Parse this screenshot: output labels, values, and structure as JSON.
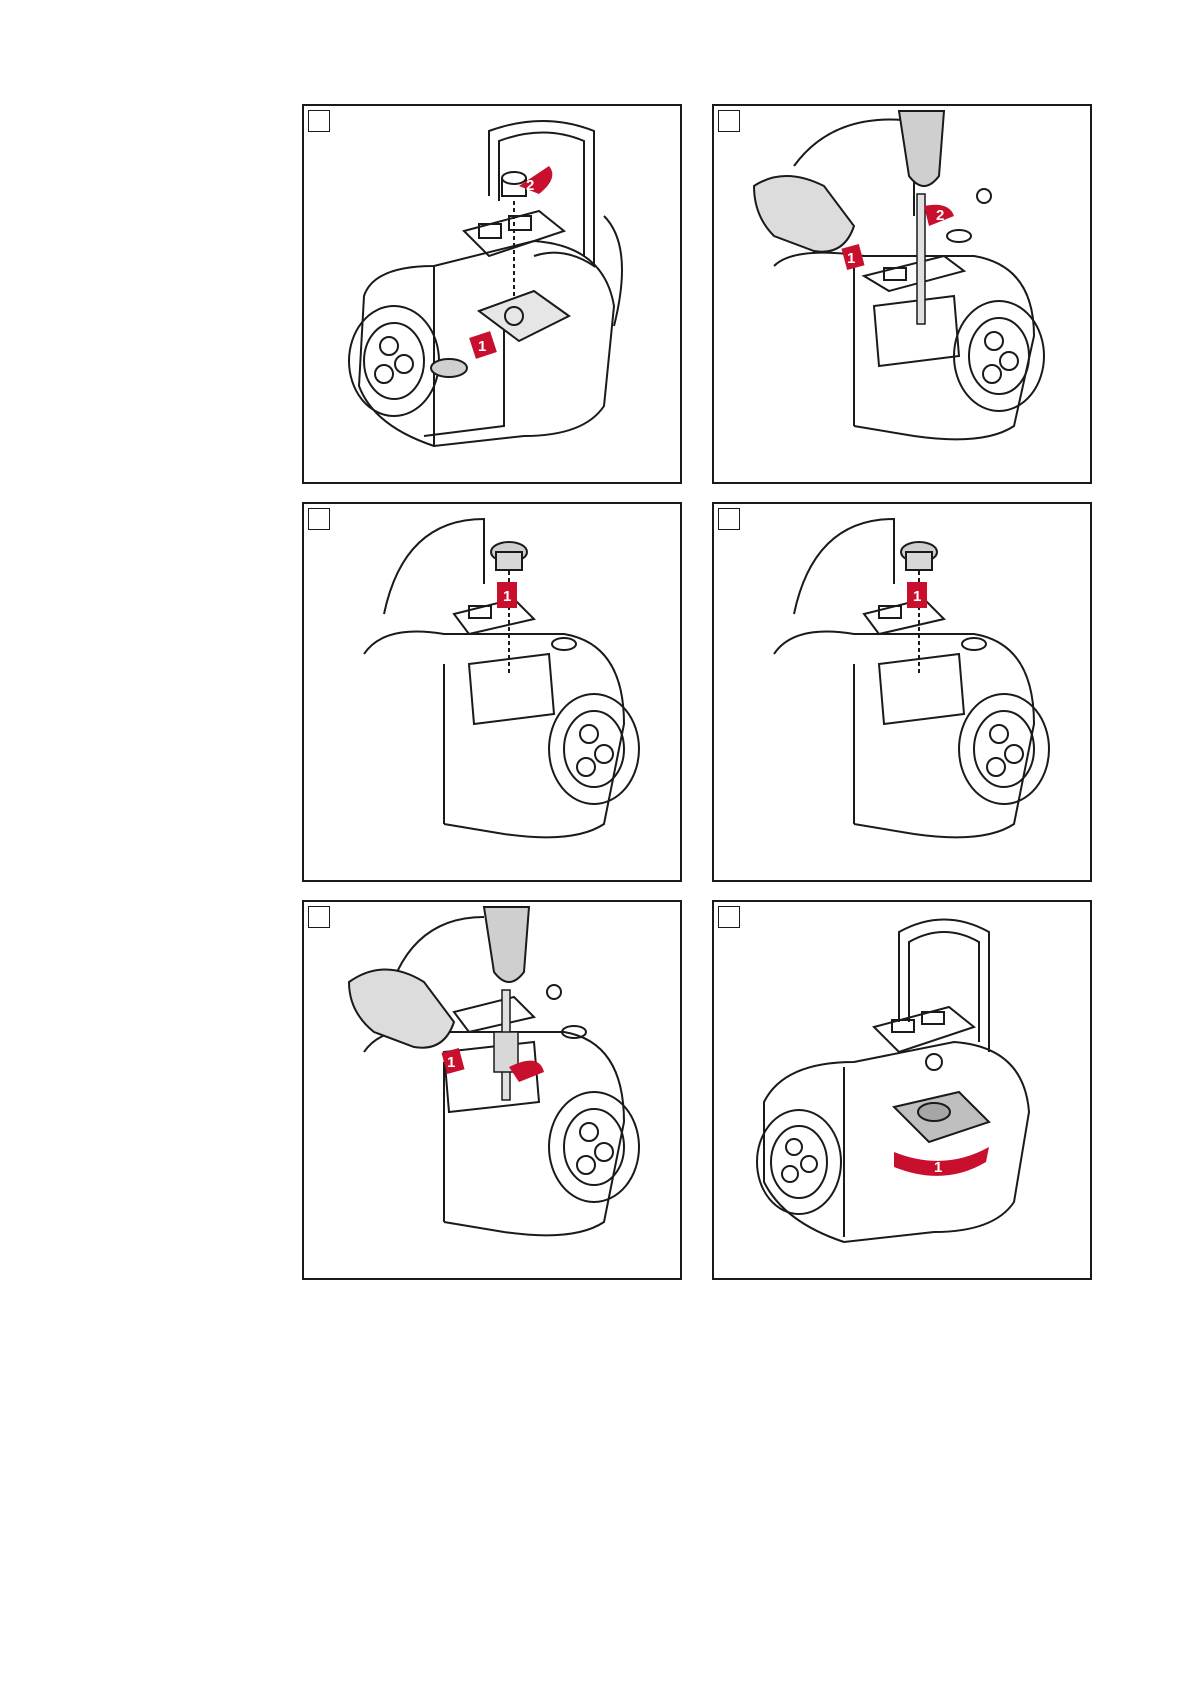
{
  "page": {
    "background": "#ffffff"
  },
  "colors": {
    "line": "#1a1a1a",
    "accent": "#c8102e",
    "shade": "#bfbfbf",
    "hand": "#dcdcdc"
  },
  "panels": [
    {
      "arrows": [
        "2",
        "1"
      ]
    },
    {
      "arrows": [
        "1",
        "2"
      ]
    },
    {
      "arrows": [
        "1"
      ]
    },
    {
      "arrows": [
        "1"
      ]
    },
    {
      "arrows": [
        "1"
      ]
    },
    {
      "arrows": [
        "1"
      ]
    }
  ]
}
